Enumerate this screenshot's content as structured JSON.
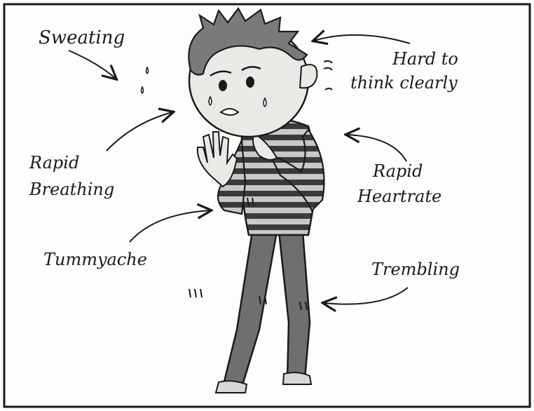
{
  "labels": {
    "sweating": "Sweating",
    "hard_to_think_1": "Hard to",
    "hard_to_think_2": "think clearly",
    "rapid_breathing_1": "Rapid",
    "rapid_breathing_2": "Breathing",
    "rapid_heartrate_1": "Rapid",
    "rapid_heartrate_2": "Heartrate",
    "tummyache": "Tummyache",
    "trembling": "Trembling"
  },
  "colors": {
    "ink": "#1a1a1a",
    "shade": "#8e8e8e",
    "skin": "#e9e9e6",
    "shirt_dark": "#3a3a3a",
    "shirt_light": "#c8c8c8",
    "pants": "#6f6f6f"
  }
}
